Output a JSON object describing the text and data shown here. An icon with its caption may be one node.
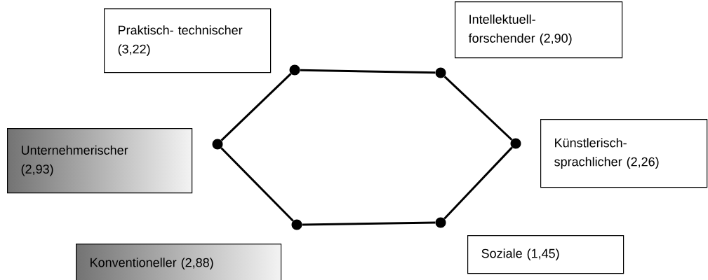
{
  "diagram": {
    "nodes": [
      {
        "text": [
          "Praktisch- technischer (3,22)"
        ]
      },
      {
        "text": [
          "Intellektuell- forschender (2,90)"
        ]
      },
      {
        "text": [
          "Unternehmerischer (2,93)"
        ]
      },
      {
        "text": [
          "Künstlerisch- sprachlicher (2,26)"
        ]
      },
      {
        "text": [
          "Konventioneller (2,88)"
        ]
      },
      {
        "text": [
          "Soziale (1,45)"
        ]
      },
      {
        "text": [],
        "shape": "circle"
      },
      {
        "text": [],
        "shape": "circle"
      },
      {
        "text": [],
        "shape": "circle"
      },
      {
        "text": [],
        "shape": "circle"
      },
      {
        "text": [],
        "shape": "circle"
      },
      {
        "text": [],
        "shape": "circle"
      }
    ],
    "edges": [
      {
        "from": 6,
        "to": 7,
        "arrow": "none"
      },
      {
        "from": 7,
        "to": 9,
        "arrow": "none"
      },
      {
        "from": 9,
        "to": 11,
        "arrow": "none"
      },
      {
        "from": 11,
        "to": 10,
        "arrow": "none"
      },
      {
        "from": 10,
        "to": 8,
        "arrow": "none"
      },
      {
        "from": 8,
        "to": 6,
        "arrow": "none"
      }
    ]
  }
}
